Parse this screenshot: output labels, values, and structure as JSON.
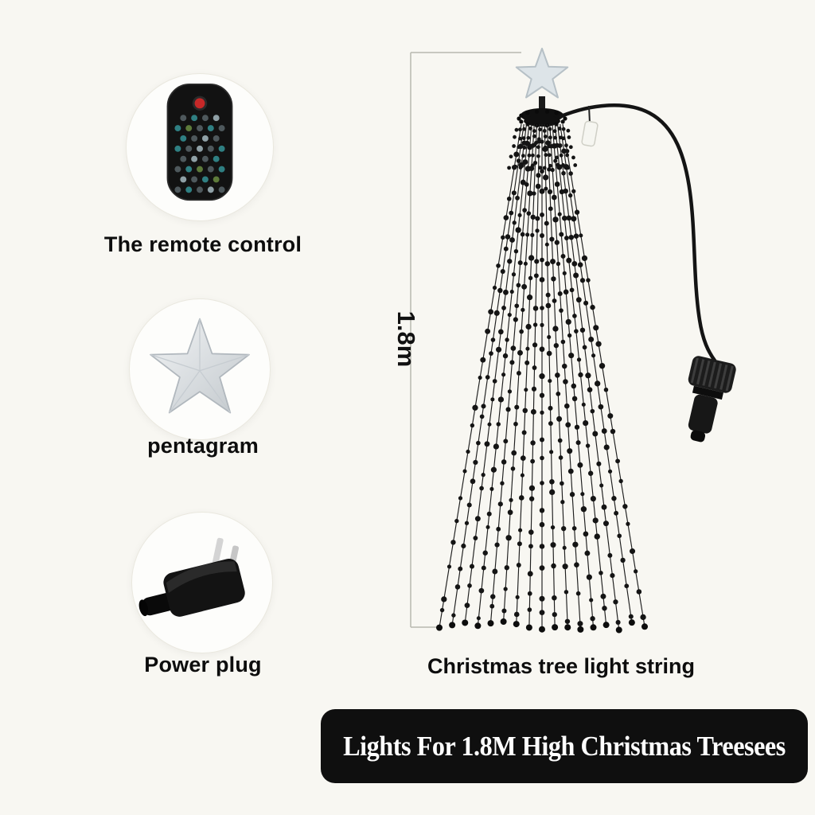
{
  "colors": {
    "background": "#f8f7f2",
    "banner_bg": "#0f0f0f",
    "banner_text": "#ffffff",
    "remote_power_button": "#c62828"
  },
  "callouts": [
    {
      "id": "remote",
      "label": "The remote control"
    },
    {
      "id": "pentagram",
      "label": "pentagram"
    },
    {
      "id": "power-plug",
      "label": "Power plug"
    }
  ],
  "diagram": {
    "height_label": "1.8m",
    "caption": "Christmas tree light string"
  },
  "banner": {
    "text": "Lights For 1.8M High Christmas Treesees"
  }
}
